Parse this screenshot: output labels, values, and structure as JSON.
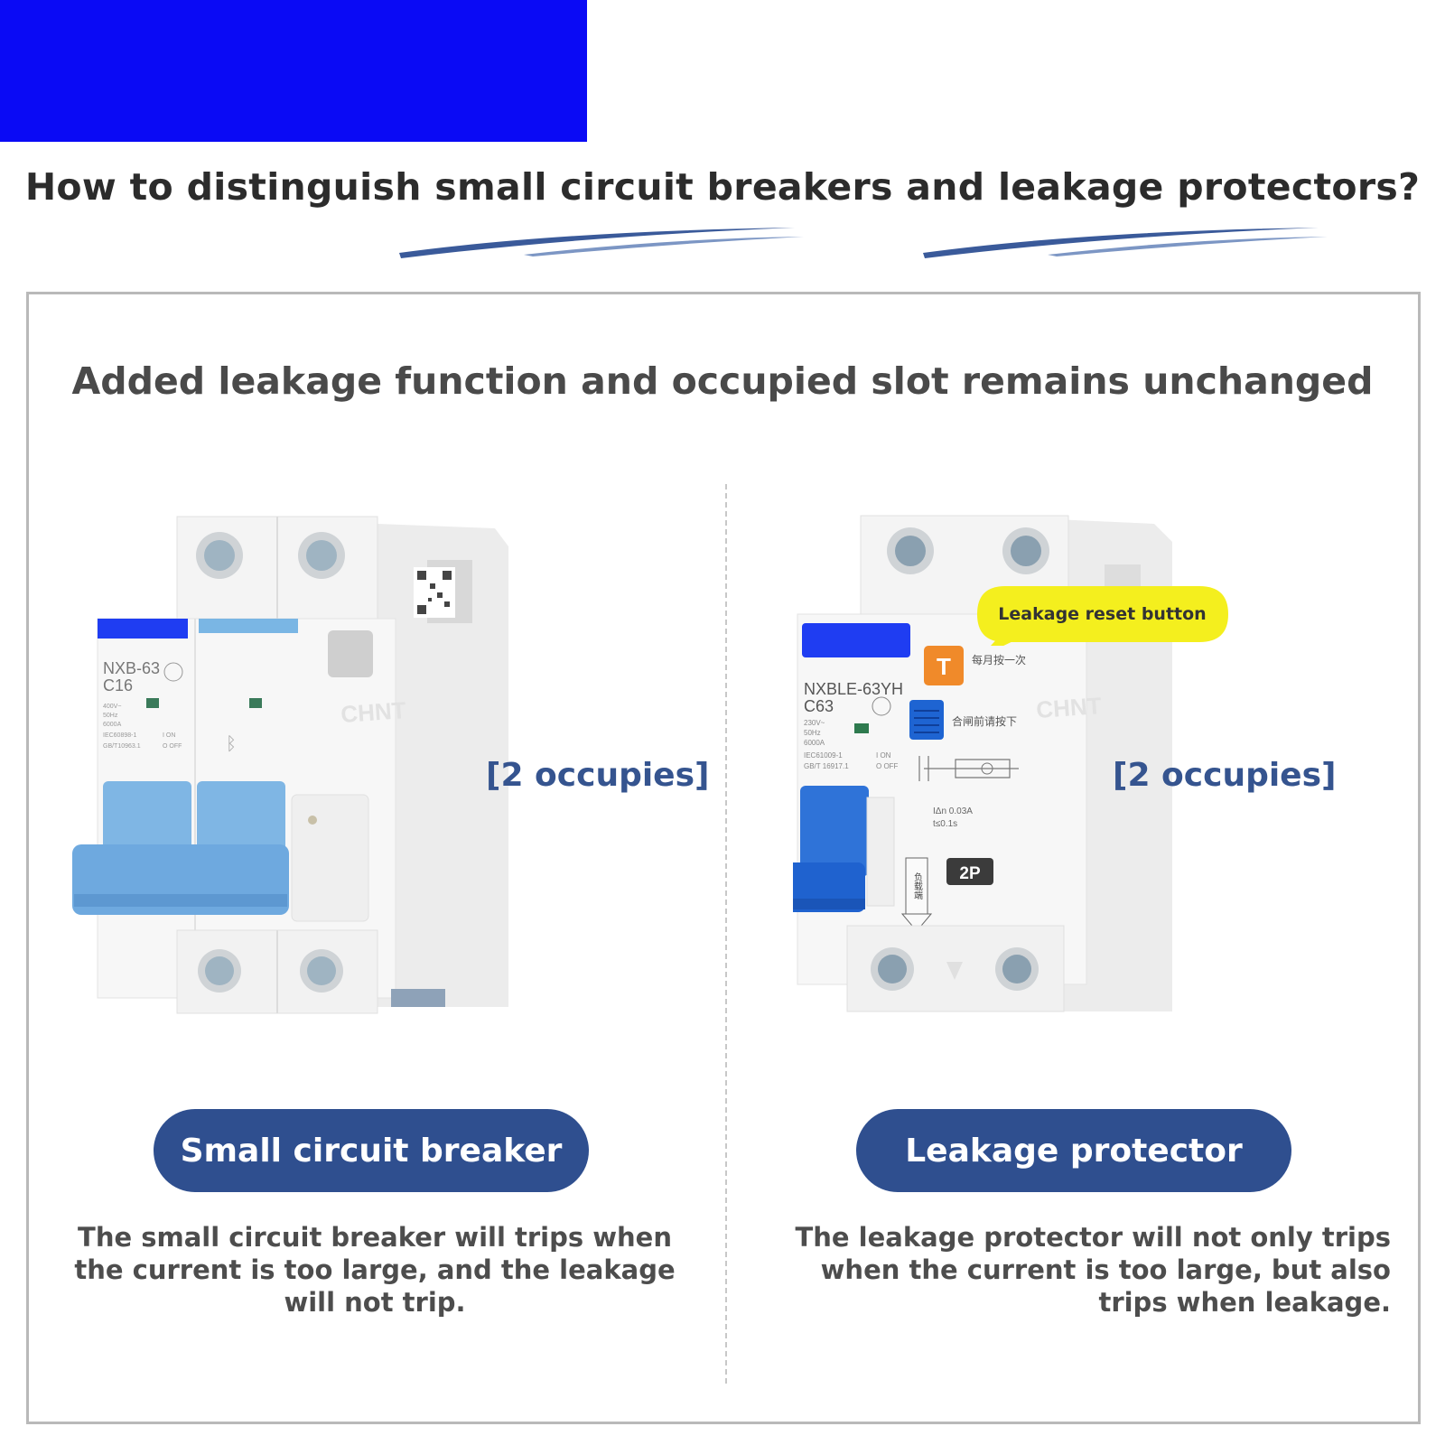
{
  "header": {
    "title": "How to distinguish small circuit breakers and leakage protectors?"
  },
  "panel": {
    "subtitle": "Added leakage function and occupied slot remains unchanged"
  },
  "left": {
    "model": "NXB-63",
    "rating": "C16",
    "spec_lines": [
      "400V~",
      "50Hz",
      "6000A",
      "IEC60898-1",
      "GB/T10963.1"
    ],
    "on_off": [
      "I ON",
      "O OFF"
    ],
    "brand_watermark": "CHNT",
    "occupies": "[2 occupies]",
    "pill_label": "Small circuit breaker",
    "description": "The small circuit breaker will trips when the current is too large, and the leakage will not trip."
  },
  "right": {
    "model": "NXBLE-63YH",
    "rating": "C63",
    "spec_lines": [
      "230V~",
      "50Hz",
      "6000A",
      "IEC61009-1",
      "GB/T 16917.1"
    ],
    "on_off": [
      "I ON",
      "O OFF"
    ],
    "test_button_letter": "T",
    "test_note": "每月按一次",
    "close_note": "合闸前请按下",
    "leakage_specs": [
      "IΔn 0.03A",
      "t≤0.1s"
    ],
    "load_label": "负载端",
    "poles": "2P",
    "brand_watermark": "CHNT",
    "callout": "Leakage reset button",
    "occupies": "[2 occupies]",
    "pill_label": "Leakage protector",
    "description": "The leakage protector will not only trips when the current is too large, but also trips when leakage."
  },
  "colors": {
    "banner": "#0a0af5",
    "accent_navy": "#2f4f8f",
    "occupies_text": "#35548f",
    "breaker_blue": "#76b1e3",
    "rcbo_blue": "#1e64d2",
    "test_orange": "#f08a2a",
    "callout_yellow": "#f4ef1e"
  }
}
